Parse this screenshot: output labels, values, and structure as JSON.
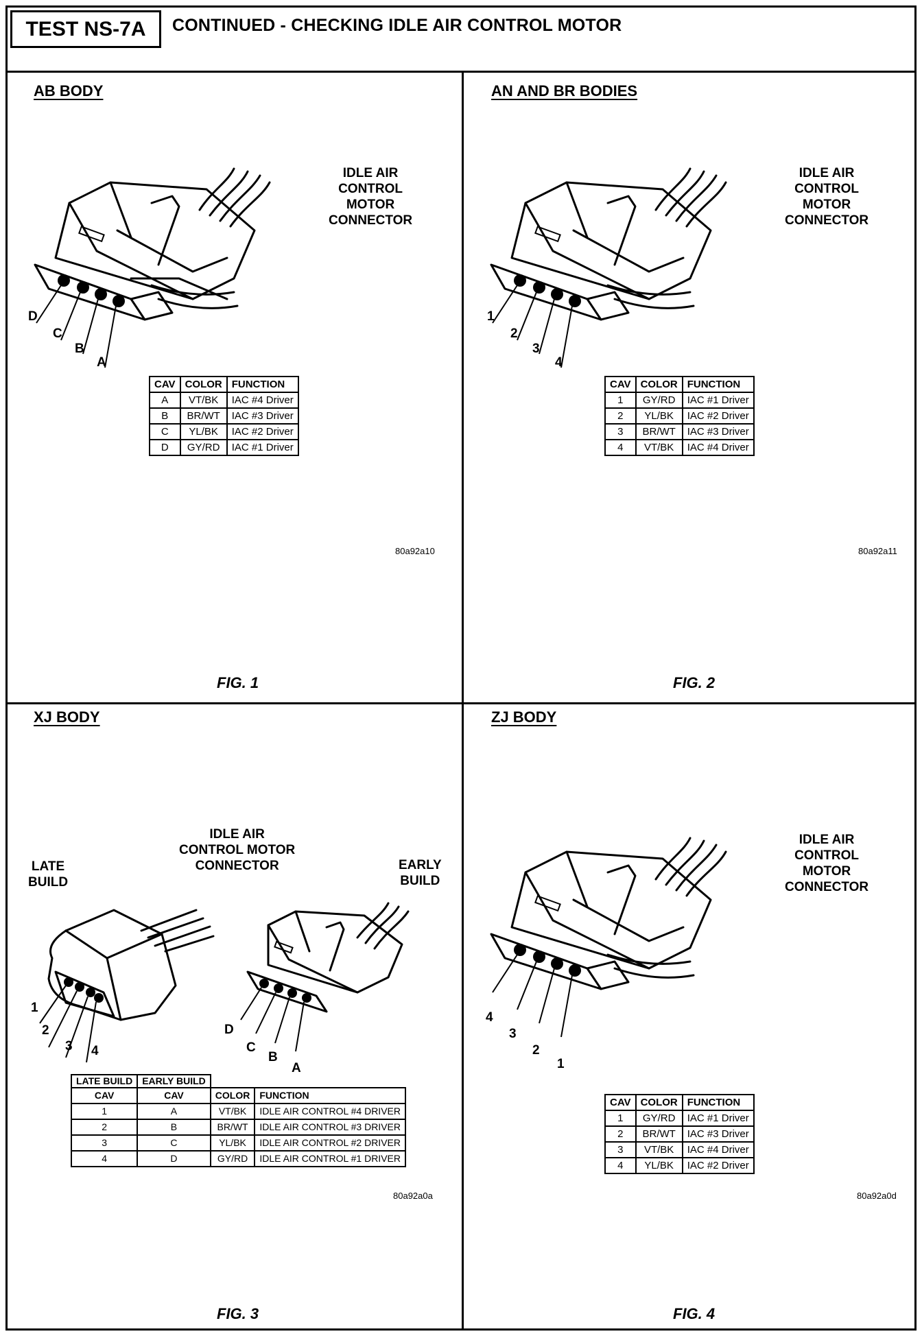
{
  "header": {
    "test_id": "TEST NS-7A",
    "title": "CONTINUED - CHECKING IDLE AIR CONTROL MOTOR"
  },
  "panels": [
    {
      "title": "AB BODY",
      "connector_label": [
        "IDLE AIR",
        "CONTROL",
        "MOTOR",
        "CONNECTOR"
      ],
      "pin_labels": [
        "D",
        "C",
        "B",
        "A"
      ],
      "table": {
        "headers": [
          "CAV",
          "COLOR",
          "FUNCTION"
        ],
        "rows": [
          [
            "A",
            "VT/BK",
            "IAC #4 Driver"
          ],
          [
            "B",
            "BR/WT",
            "IAC #3 Driver"
          ],
          [
            "C",
            "YL/BK",
            "IAC #2 Driver"
          ],
          [
            "D",
            "GY/RD",
            "IAC #1 Driver"
          ]
        ]
      },
      "code": "80a92a10",
      "fig": "FIG. 1"
    },
    {
      "title": "AN AND BR BODIES",
      "connector_label": [
        "IDLE AIR",
        "CONTROL",
        "MOTOR",
        "CONNECTOR"
      ],
      "pin_labels": [
        "1",
        "2",
        "3",
        "4"
      ],
      "table": {
        "headers": [
          "CAV",
          "COLOR",
          "FUNCTION"
        ],
        "rows": [
          [
            "1",
            "GY/RD",
            "IAC #1 Driver"
          ],
          [
            "2",
            "YL/BK",
            "IAC #2 Driver"
          ],
          [
            "3",
            "BR/WT",
            "IAC #3 Driver"
          ],
          [
            "4",
            "VT/BK",
            "IAC #4 Driver"
          ]
        ]
      },
      "code": "80a92a11",
      "fig": "FIG. 2"
    },
    {
      "title": "XJ BODY",
      "connector_label": [
        "IDLE AIR",
        "CONTROL MOTOR",
        "CONNECTOR"
      ],
      "late_label": [
        "LATE",
        "BUILD"
      ],
      "early_label": [
        "EARLY",
        "BUILD"
      ],
      "late_pins": [
        "1",
        "2",
        "3",
        "4"
      ],
      "early_pins": [
        "D",
        "C",
        "B",
        "A"
      ],
      "table": {
        "group_headers": [
          "LATE BUILD",
          "EARLY BUILD"
        ],
        "headers": [
          "CAV",
          "CAV",
          "COLOR",
          "FUNCTION"
        ],
        "rows": [
          [
            "1",
            "A",
            "VT/BK",
            "IDLE AIR CONTROL #4 DRIVER"
          ],
          [
            "2",
            "B",
            "BR/WT",
            "IDLE AIR CONTROL #3 DRIVER"
          ],
          [
            "3",
            "C",
            "YL/BK",
            "IDLE AIR CONTROL #2 DRIVER"
          ],
          [
            "4",
            "D",
            "GY/RD",
            "IDLE AIR CONTROL #1 DRIVER"
          ]
        ]
      },
      "code": "80a92a0a",
      "fig": "FIG. 3"
    },
    {
      "title": "ZJ BODY",
      "connector_label": [
        "IDLE AIR",
        "CONTROL",
        "MOTOR",
        "CONNECTOR"
      ],
      "pin_labels": [
        "4",
        "3",
        "2",
        "1"
      ],
      "table": {
        "headers": [
          "CAV",
          "COLOR",
          "FUNCTION"
        ],
        "rows": [
          [
            "1",
            "GY/RD",
            "IAC #1 Driver"
          ],
          [
            "2",
            "BR/WT",
            "IAC #3 Driver"
          ],
          [
            "3",
            "VT/BK",
            "IAC #4 Driver"
          ],
          [
            "4",
            "YL/BK",
            "IAC #2 Driver"
          ]
        ]
      },
      "code": "80a92a0d",
      "fig": "FIG. 4"
    }
  ]
}
